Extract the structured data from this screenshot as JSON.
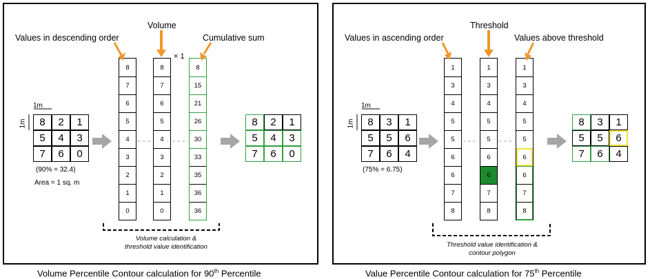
{
  "left": {
    "labels": {
      "sorted": "Values in descending order",
      "volume": "Volume",
      "cumulative": "Cumulative sum",
      "multiplier": "× 1"
    },
    "grid": [
      [
        "8",
        "2",
        "1"
      ],
      [
        "5",
        "4",
        "3"
      ],
      [
        "7",
        "6",
        "0"
      ]
    ],
    "result_grid": [
      [
        "8",
        "2",
        "1"
      ],
      [
        "5",
        "4",
        "3"
      ],
      [
        "7",
        "6",
        "0"
      ]
    ],
    "scale_label": "1m",
    "notes": [
      "(90% = 32.4)",
      "Area = 1 sq. m"
    ],
    "sorted_values": [
      "8",
      "7",
      "6",
      "5",
      "4",
      "3",
      "2",
      "1",
      "0"
    ],
    "volume_values": [
      "8",
      "7",
      "6",
      "5",
      "4",
      "3",
      "2",
      "1",
      "0"
    ],
    "cumulative_values": [
      "8",
      "15",
      "21",
      "26",
      "30",
      "33",
      "35",
      "36",
      "36"
    ],
    "bracket_text": [
      "Volume calculation &",
      "threshold value identification"
    ],
    "caption": {
      "pre": "Volume Percentile Contour calculation for 90",
      "sup": "th",
      "post": " Percentile"
    }
  },
  "right": {
    "labels": {
      "sorted": "Values in ascending order",
      "threshold": "Threshold",
      "above": "Values above threshold"
    },
    "grid": [
      [
        "8",
        "3",
        "1"
      ],
      [
        "5",
        "5",
        "6"
      ],
      [
        "7",
        "6",
        "4"
      ]
    ],
    "result_grid": [
      [
        "8",
        "3",
        "1"
      ],
      [
        "5",
        "5",
        "6"
      ],
      [
        "7",
        "6",
        "4"
      ]
    ],
    "scale_label": "1m",
    "notes": [
      "(75% = 6.75)"
    ],
    "sorted_values": [
      "1",
      "3",
      "4",
      "5",
      "5",
      "6",
      "6",
      "7",
      "8"
    ],
    "threshold_values": [
      "1",
      "3",
      "4",
      "5",
      "5",
      "6",
      "6",
      "7",
      "8"
    ],
    "above_values": [
      "1",
      "3",
      "4",
      "5",
      "5",
      "6",
      "6",
      "7",
      "8"
    ],
    "bracket_text": [
      "Threshold value identification &",
      "contour polygon"
    ],
    "caption": {
      "pre": "Value Percentile Contour calculation for 75",
      "sup": "th",
      "post": " Percentile"
    }
  },
  "colors": {
    "green": "#2e9e3e",
    "dark_green": "#1c8a2c",
    "yellow": "#f2e33b",
    "orange": "#f0962a",
    "arrow_gray": "#a6a6a6"
  }
}
